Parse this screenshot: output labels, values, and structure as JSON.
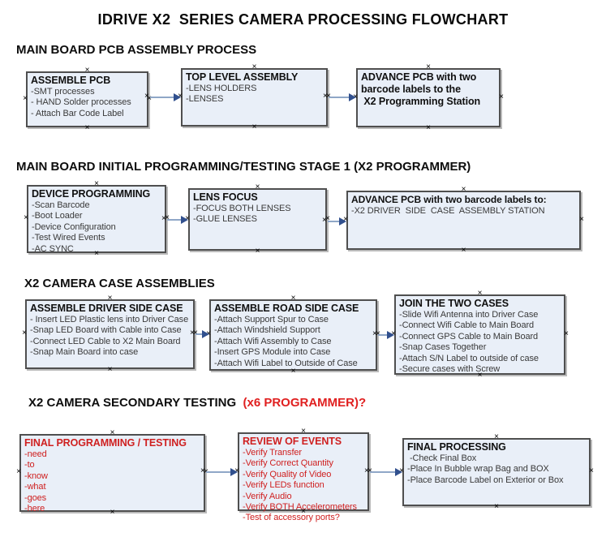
{
  "title": "IDRIVE X2  SERIES CAMERA PROCESSING FLOWCHART",
  "colors": {
    "box_fill": "#e9eff8",
    "box_border": "#4f4f4f",
    "arrow_line": "#8fa7c7",
    "arrow_head": "#31508e",
    "red_text": "#cf2020",
    "heading_red": "#e02020"
  },
  "sections": [
    {
      "heading": "MAIN BOARD PCB ASSEMBLY PROCESS",
      "boxes": [
        {
          "title": "ASSEMBLE PCB",
          "lines": [
            "-SMT processes",
            "- HAND Solder processes",
            "- Attach Bar Code Label"
          ]
        },
        {
          "title": "TOP LEVEL ASSEMBLY",
          "lines": [
            "-LENS HOLDERS",
            "-LENSES"
          ]
        },
        {
          "title": "ADVANCE PCB with two\nbarcode labels to the\n X2 Programming Station",
          "lines": []
        }
      ]
    },
    {
      "heading": "MAIN BOARD INITIAL PROGRAMMING/TESTING STAGE 1 (X2 PROGRAMMER)",
      "boxes": [
        {
          "title": "DEVICE PROGRAMMING",
          "lines": [
            "-Scan Barcode",
            "-Boot Loader",
            "-Device Configuration",
            "-Test Wired Events",
            "-AC SYNC"
          ]
        },
        {
          "title": "LENS FOCUS",
          "lines": [
            "-FOCUS BOTH LENSES",
            "-GLUE LENSES"
          ]
        },
        {
          "title": "ADVANCE PCB with two barcode labels to:",
          "lines": [
            "-X2 DRIVER  SIDE  CASE  ASSEMBLY STATION"
          ]
        }
      ]
    },
    {
      "heading": "X2 CAMERA CASE ASSEMBLIES",
      "boxes": [
        {
          "title": "ASSEMBLE DRIVER SIDE CASE",
          "lines": [
            "- Insert LED Plastic lens into Driver Case",
            "-Snap LED Board with Cable into Case",
            "-Connect LED Cable to X2 Main Board",
            "-Snap Main Board into case"
          ]
        },
        {
          "title": "ASSEMBLE ROAD SIDE CASE",
          "lines": [
            "-Attach Support Spur to Case",
            "-Attach Windshield Support",
            "-Attach Wifi Assembly to Case",
            "-Insert GPS Module into Case",
            "-Attach Wifi Label to Outside of Case"
          ]
        },
        {
          "title": "JOIN THE TWO CASES",
          "lines": [
            "-Slide Wifi Antenna into Driver Case",
            "-Connect Wifi Cable to Main Board",
            "-Connect GPS Cable to Main Board",
            "-Snap Cases Together",
            "-Attach S/N Label to outside of case",
            "-Secure cases with Screw"
          ]
        }
      ]
    },
    {
      "heading": "X2 CAMERA SECONDARY TESTING ",
      "heading_red": " (x6 PROGRAMMER)?",
      "boxes": [
        {
          "title": "FINAL PROGRAMMING / TESTING",
          "lines": [
            "-need",
            "-to",
            "-know",
            "-what",
            "-goes",
            "-here"
          ]
        },
        {
          "title": "REVIEW OF EVENTS",
          "lines": [
            "-Verify Transfer",
            "-Verify Correct Quantity",
            "-Verify Quality of Video",
            "-Verify LEDs function",
            "-Verify Audio",
            "-Verify BOTH Accelerometers",
            "-Test of accessory ports?"
          ]
        },
        {
          "title": "FINAL PROCESSING",
          "lines": [
            " -Check Final Box",
            "-Place In Bubble wrap Bag and BOX",
            "-Place Barcode Label on Exterior or Box"
          ]
        }
      ]
    }
  ]
}
